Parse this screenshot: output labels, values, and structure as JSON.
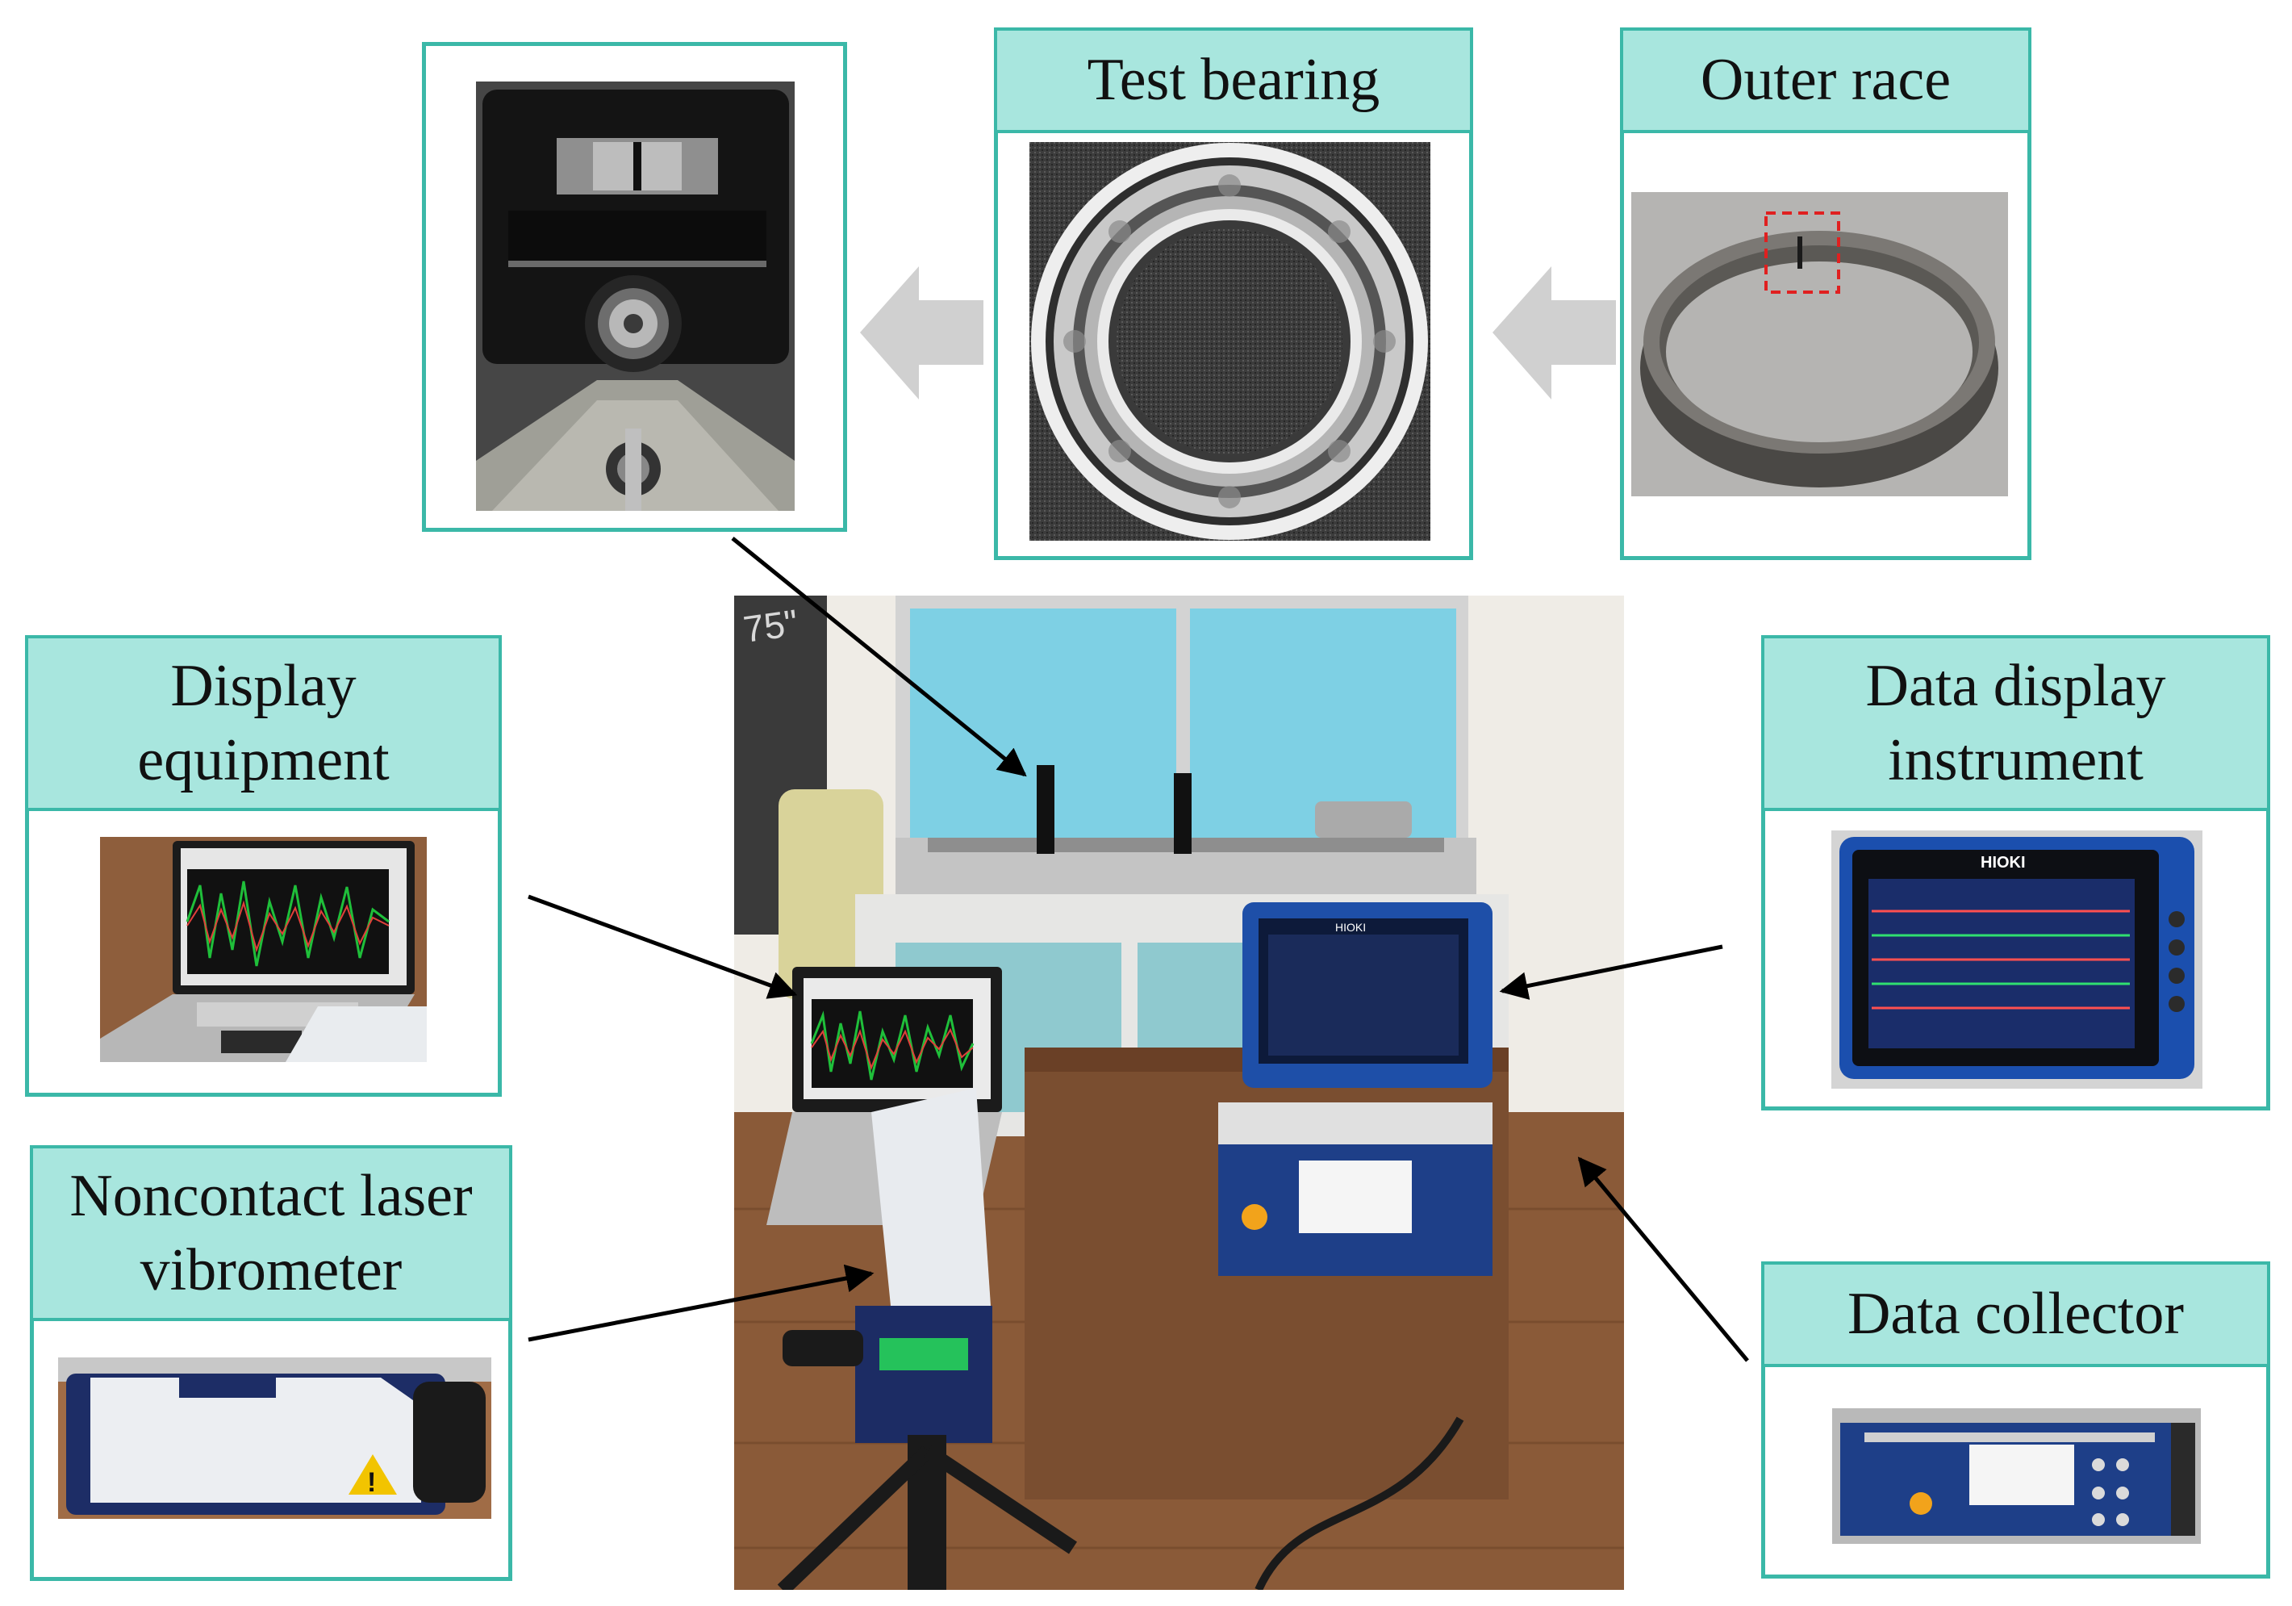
{
  "labels": {
    "test_bearing": "Test bearing",
    "outer_race": "Outer race",
    "display_equipment": "Display equipment",
    "noncontact_laser_vibrometer": "Noncontact laser vibrometer",
    "data_display_instrument": "Data display instrument",
    "data_collector": "Data collector"
  },
  "photo_text": {
    "hioki_brand": "HIOKI",
    "box_size_marking": "75\""
  },
  "colors": {
    "panel_border": "#3bb8a8",
    "header_fill": "#a8e6de",
    "flow_arrow": "#d0d0d0",
    "connector_line": "#000000"
  }
}
